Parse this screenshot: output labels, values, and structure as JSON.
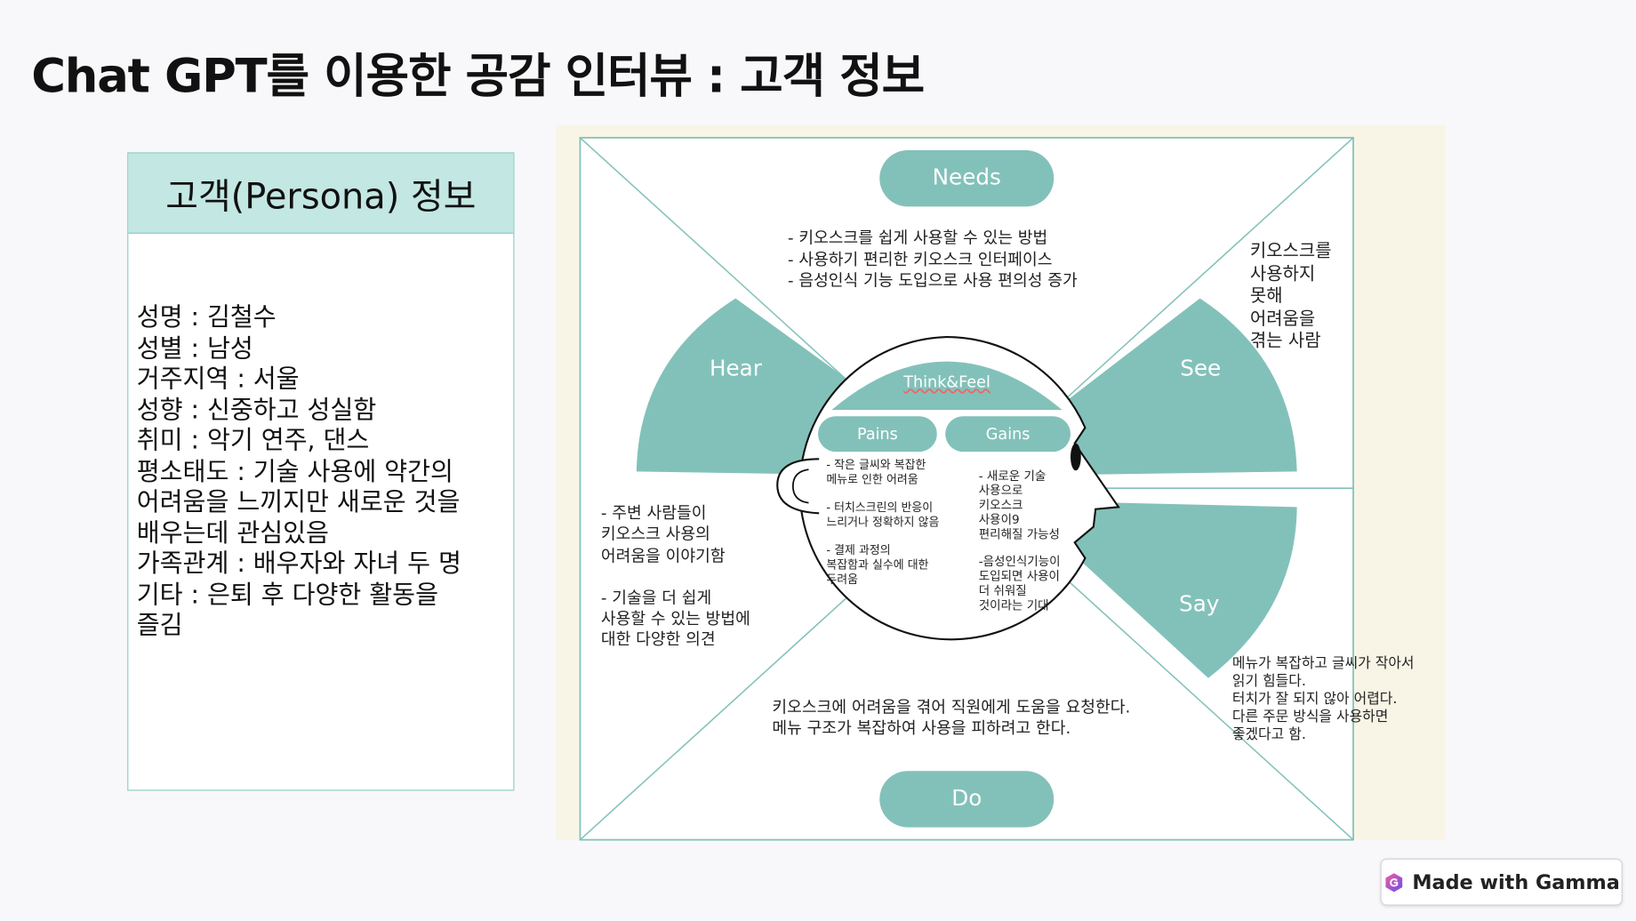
{
  "title": "Chat GPT를 이용한 공감 인터뷰 : 고객 정보",
  "persona": {
    "header": "고객(Persona) 정보",
    "lines": [
      "성명 : 김철수",
      "성별 : 남성",
      "거주지역 : 서울",
      "성향 : 신중하고 성실함",
      "취미 : 악기 연주, 댄스",
      "평소태도 : 기술 사용에 약간의",
      "어려움을 느끼지만 새로운 것을",
      "배우는데 관심있음",
      "가족관계 : 배우자와 자녀 두 명",
      "기타 : 은퇴 후 다양한 활동을",
      "즐김"
    ]
  },
  "map": {
    "needs": {
      "label": "Needs",
      "lines": [
        "- 키오스크를  쉽게 사용할 수 있는 방법",
        "- 사용하기 편리한 키오스크 인터페이스",
        "- 음성인식 기능 도입으로 사용 편의성 증가"
      ]
    },
    "see": {
      "label": "See",
      "lines": [
        "키오스크를",
        "사용하지",
        "못해",
        "어려움을",
        "겪는 사람"
      ]
    },
    "hear": {
      "label": "Hear",
      "lines": [
        "- 주변 사람들이",
        "키오스크 사용의",
        "어려움을 이야기함",
        "",
        "- 기술을 더 쉽게",
        "사용할 수 있는 방법에",
        "대한 다양한 의견"
      ]
    },
    "say": {
      "label": "Say",
      "lines": [
        "메뉴가 복잡하고 글씨가 작아서",
        "읽기 힘들다.",
        "터치가 잘 되지 않아 어렵다.",
        "다른 주문 방식을 사용하면",
        "좋겠다고 함."
      ]
    },
    "do": {
      "label": "Do",
      "lines": [
        "키오스크에 어려움을 겪어 직원에게 도움을 요청한다.",
        "메뉴 구조가 복잡하여 사용을 피하려고 한다."
      ]
    },
    "think_feel": "Think&Feel",
    "pains": {
      "label": "Pains",
      "lines": [
        "- 작은 글씨와 복잡한",
        "메뉴로 인한 어려움",
        "",
        "- 터치스크린의 반응이",
        "느리거나 정확하지 않음",
        "",
        "- 결제 과정의",
        "복잡함과 실수에 대한",
        "두려움"
      ]
    },
    "gains": {
      "label": "Gains",
      "lines": [
        "- 새로운 기술",
        "사용으로",
        "키오스크",
        "사용이9",
        "편리해질 가능성",
        "",
        "-음성인식기능이",
        "도입되면 사용이",
        "더 쉬워질",
        "것이라는 기대"
      ]
    }
  },
  "badge": {
    "label": "Made with Gamma"
  },
  "colors": {
    "teal": "#82c1b9",
    "header_bg": "#c3e7e2",
    "diagram_bg": "#f8f5e6"
  }
}
